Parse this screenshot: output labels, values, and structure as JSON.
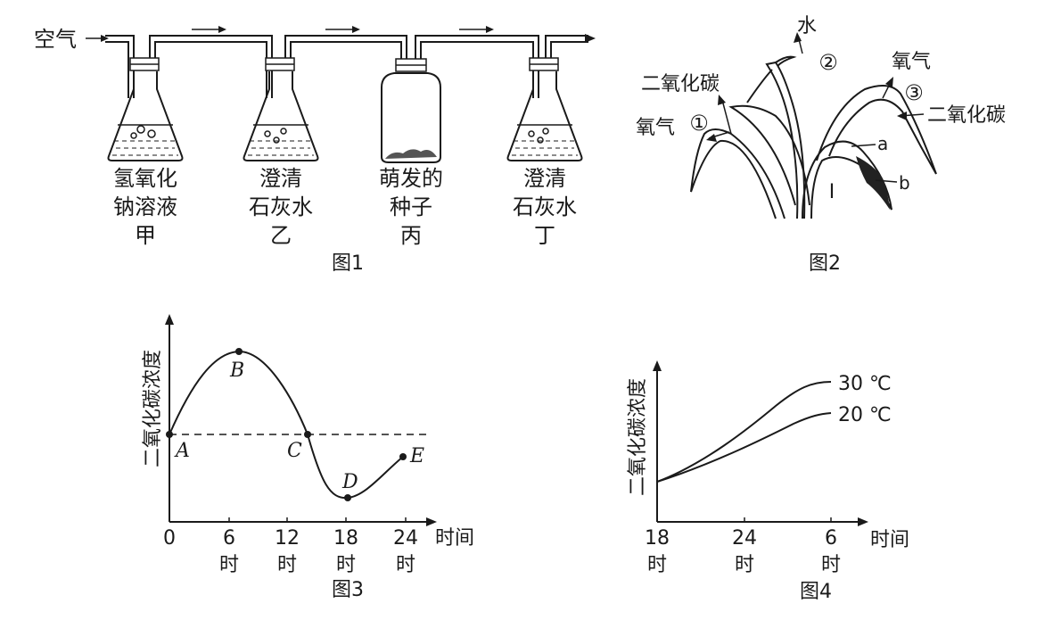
{
  "fig1": {
    "caption": "图1",
    "air": "空气",
    "flasks": [
      {
        "l1": "氢氧化",
        "l2": "钠溶液",
        "l3": "甲"
      },
      {
        "l1": "澄清",
        "l2": "石灰水",
        "l3": "乙"
      },
      {
        "l1": "萌发的",
        "l2": "种子",
        "l3": "丙"
      },
      {
        "l1": "澄清",
        "l2": "石灰水",
        "l3": "丁"
      }
    ]
  },
  "fig2": {
    "caption": "图2",
    "water": "水",
    "co2_left": "二氧化碳",
    "o2_left": "氧气",
    "o2_right": "氧气",
    "co2_right": "二氧化碳",
    "n1": "①",
    "n2": "②",
    "n3": "③",
    "a": "a",
    "b": "b",
    "roman": "I"
  },
  "fig3": {
    "caption": "图3",
    "ylabel": "二氧化碳浓度",
    "xlabel": "时间",
    "xticks": [
      "0",
      "6",
      "12",
      "18",
      "24"
    ],
    "xunit": "时",
    "points": [
      "A",
      "B",
      "C",
      "D",
      "E"
    ]
  },
  "fig4": {
    "caption": "图4",
    "ylabel": "二氧化碳浓度",
    "xlabel": "时间",
    "xticks": [
      "18",
      "24",
      "6"
    ],
    "xunit": "时",
    "series": [
      "30 ℃",
      "20 ℃"
    ]
  }
}
